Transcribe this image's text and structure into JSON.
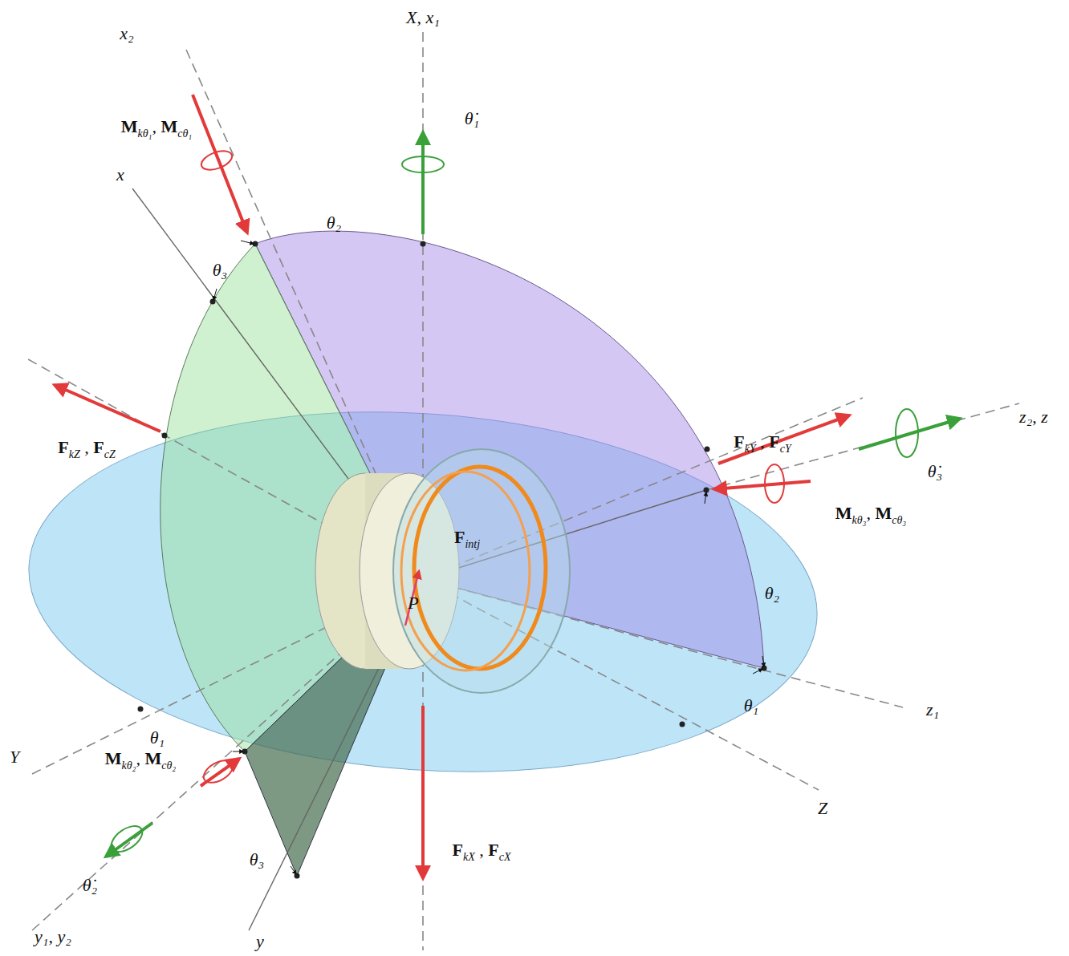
{
  "diagram": {
    "labels": [
      "X, x₁",
      "x₂",
      "x",
      "θ₂",
      "θ₃",
      "θ̇₁",
      "Mkθ₁, Mcθ₁",
      "FkZ , FcZ",
      "FkY , FcY",
      "θ̇₃",
      "z₂, z",
      "Mkθ₃, Mcθ₃",
      "Fintj",
      "θ₂",
      "P",
      "z₁",
      "θ₁",
      "Y",
      "θ₁",
      "Mkθ₂, Mcθ₂",
      "Z",
      "θ₃",
      "FkX , FcX",
      "θ̇₂",
      "y₁, y₂",
      "y"
    ]
  }
}
